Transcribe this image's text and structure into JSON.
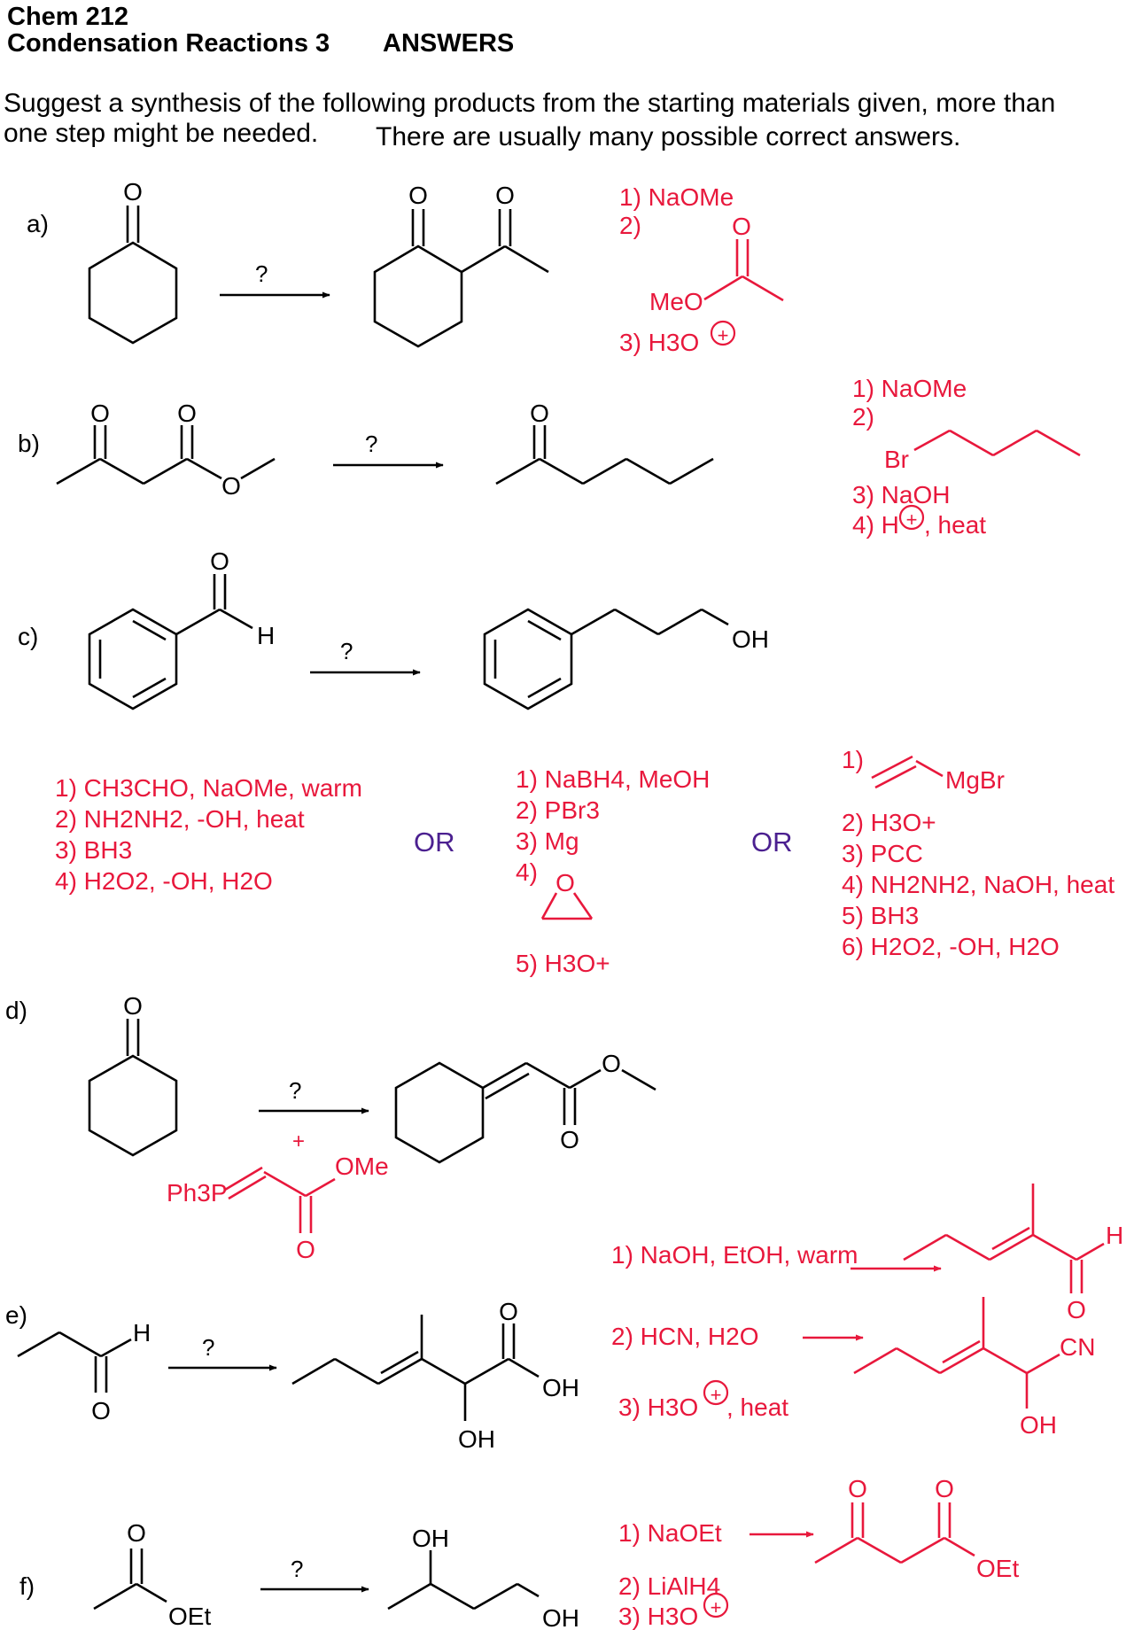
{
  "header": {
    "course": "Chem 212",
    "title": "Condensation Reactions 3",
    "answers": "ANSWERS"
  },
  "intro": {
    "line1": "Suggest a synthesis of the following products from the starting materials given, more than",
    "line2a": "one step might be needed.",
    "line2b": "There are usually many possible correct answers."
  },
  "common": {
    "question_mark": "?",
    "or": "OR",
    "plus": "+",
    "charge_plus": "+"
  },
  "colors": {
    "answer": "#e8183c",
    "or": "#4b2090",
    "text": "#000000"
  },
  "problems": {
    "a": {
      "label": "a)",
      "atoms": {
        "O": "O",
        "MeO": "MeO"
      },
      "steps": [
        "1) NaOMe",
        "2)",
        "3) H3O"
      ]
    },
    "b": {
      "label": "b)",
      "atoms": {
        "O": "O",
        "Br": "Br"
      },
      "steps": [
        "1) NaOMe",
        "2)",
        "3) NaOH",
        "4) H",
        ", heat"
      ]
    },
    "c": {
      "label": "c)",
      "atoms": {
        "O": "O",
        "H": "H",
        "OH": "OH",
        "MgBr": "MgBr"
      },
      "route1": [
        "1) CH3CHO, NaOMe, warm",
        "2) NH2NH2,  -OH, heat",
        "3) BH3",
        "4) H2O2,  -OH, H2O"
      ],
      "route2": [
        "1) NaBH4, MeOH",
        "2) PBr3",
        "3) Mg",
        "4)",
        "5) H3O+"
      ],
      "route3": [
        "1)",
        "2) H3O+",
        "3) PCC",
        "4) NH2NH2, NaOH, heat",
        "5) BH3",
        "6) H2O2,  -OH, H2O"
      ]
    },
    "d": {
      "label": "d)",
      "atoms": {
        "O": "O",
        "OMe": "OMe",
        "Ph3P": "Ph3P"
      }
    },
    "e": {
      "label": "e)",
      "atoms": {
        "O": "O",
        "H": "H",
        "OH": "OH",
        "CN": "CN"
      },
      "steps": [
        "1) NaOH, EtOH, warm",
        "2) HCN, H2O",
        "3) H3O",
        ", heat"
      ]
    },
    "f": {
      "label": "f)",
      "atoms": {
        "O": "O",
        "OEt": "OEt",
        "OH": "OH"
      },
      "steps": [
        "1) NaOEt",
        "2) LiAlH4",
        "3) H3O"
      ]
    }
  }
}
